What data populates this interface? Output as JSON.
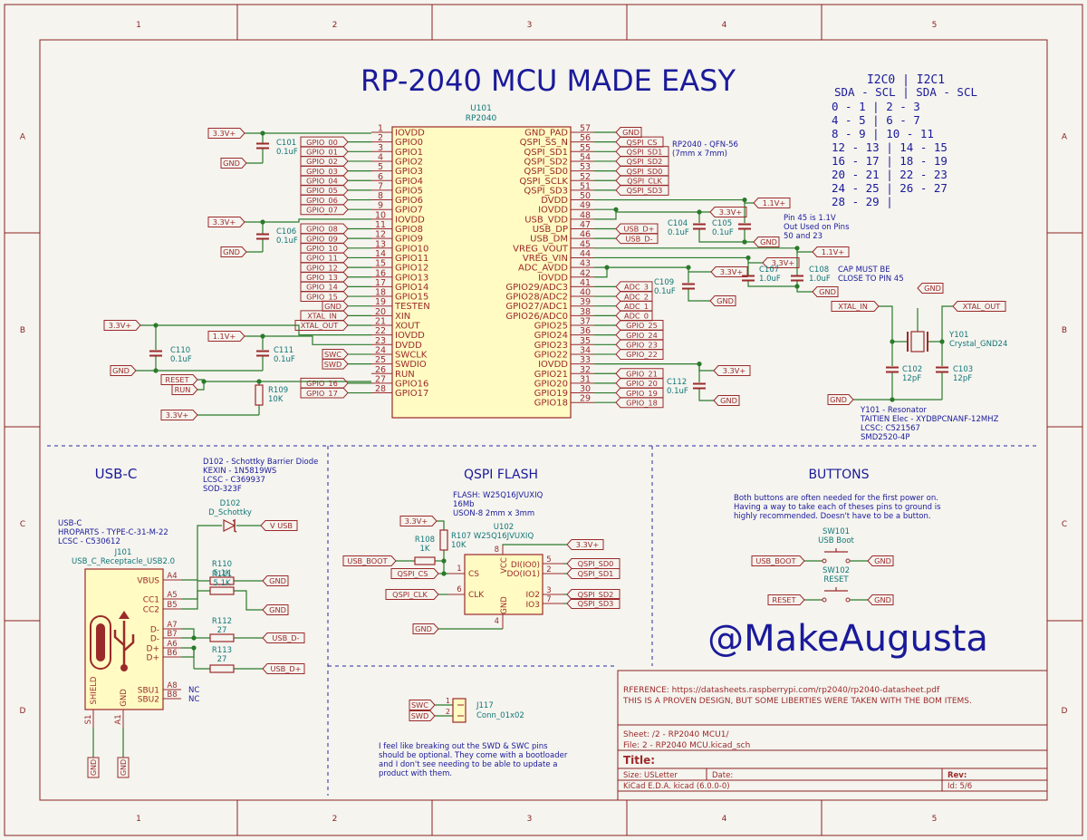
{
  "colors": {
    "paper": "#f5f4ef",
    "border": "#8a2222",
    "wire": "#2a7a2a",
    "pin": "#9b2a2a",
    "body": "#fffbc2",
    "ref": "#117777",
    "text": "#1a1a9a",
    "dashed": "#2a2aa0"
  },
  "frame": {
    "cols": [
      "1",
      "2",
      "3",
      "4",
      "5"
    ],
    "rows": [
      "A",
      "B",
      "C",
      "D"
    ]
  },
  "title": "RP-2040 MCU MADE EASY",
  "handle": "@MakeAugusta",
  "i2c": {
    "header": "I2C0    |  I2C1",
    "sub": "SDA - SCL  | SDA - SCL",
    "rows": [
      " 0  -  1  |  2  -  3",
      " 4  -  5  |  6  -  7",
      " 8  -  9  | 10  - 11",
      "12  - 13  | 14  - 15",
      "16  - 17  | 18  - 19",
      "20  - 21  | 22  - 23",
      "24  - 25  | 26  - 27",
      "28  - 29  |"
    ]
  },
  "mcu": {
    "ref": "U101",
    "value": "RP2040",
    "pkg1": "RP2040 - QFN-56",
    "pkg2": "(7mm x 7mm)",
    "left_pins": [
      [
        "1",
        "IOVDD"
      ],
      [
        "2",
        "GPIO0"
      ],
      [
        "3",
        "GPIO1"
      ],
      [
        "4",
        "GPIO2"
      ],
      [
        "5",
        "GPIO3"
      ],
      [
        "6",
        "GPIO4"
      ],
      [
        "7",
        "GPIO5"
      ],
      [
        "8",
        "GPIO6"
      ],
      [
        "9",
        "GPIO7"
      ],
      [
        "10",
        "IOVDD"
      ],
      [
        "11",
        "GPIO8"
      ],
      [
        "12",
        "GPIO9"
      ],
      [
        "13",
        "GPIO10"
      ],
      [
        "14",
        "GPIO11"
      ],
      [
        "15",
        "GPIO12"
      ],
      [
        "16",
        "GPIO13"
      ],
      [
        "17",
        "GPIO14"
      ],
      [
        "18",
        "GPIO15"
      ],
      [
        "19",
        "TESTEN"
      ],
      [
        "20",
        "XIN"
      ],
      [
        "21",
        "XOUT"
      ],
      [
        "22",
        "IOVDD"
      ],
      [
        "23",
        "DVDD"
      ],
      [
        "24",
        "SWCLK"
      ],
      [
        "25",
        "SWDIO"
      ],
      [
        "26",
        "RUN"
      ],
      [
        "27",
        "GPIO16"
      ],
      [
        "28",
        "GPIO17"
      ]
    ],
    "right_pins": [
      [
        "57",
        "GND_PAD"
      ],
      [
        "56",
        "QSPI_SS_N"
      ],
      [
        "55",
        "QSPI_SD1"
      ],
      [
        "54",
        "QSPI_SD2"
      ],
      [
        "53",
        "QSPI_SD0"
      ],
      [
        "52",
        "QSPI_SCLK"
      ],
      [
        "51",
        "QSPI_SD3"
      ],
      [
        "50",
        "DVDD"
      ],
      [
        "49",
        "IOVDD"
      ],
      [
        "48",
        "USB_VDD"
      ],
      [
        "47",
        "USB_DP"
      ],
      [
        "46",
        "USB_DM"
      ],
      [
        "45",
        "VREG_VOUT"
      ],
      [
        "44",
        "VREG_VIN"
      ],
      [
        "43",
        "ADC_AVDD"
      ],
      [
        "42",
        "IOVDD"
      ],
      [
        "41",
        "GPIO29/ADC3"
      ],
      [
        "40",
        "GPIO28/ADC2"
      ],
      [
        "39",
        "GPIO27/ADC1"
      ],
      [
        "38",
        "GPIO26/ADC0"
      ],
      [
        "37",
        "GPIO25"
      ],
      [
        "36",
        "GPIO24"
      ],
      [
        "35",
        "GPIO23"
      ],
      [
        "34",
        "GPIO22"
      ],
      [
        "33",
        "IOVDD"
      ],
      [
        "32",
        "GPIO21"
      ],
      [
        "31",
        "GPIO20"
      ],
      [
        "30",
        "GPIO19"
      ],
      [
        "29",
        "GPIO18"
      ]
    ],
    "left_labels": [
      "",
      "GPIO_00",
      "GPIO_01",
      "GPIO_02",
      "GPIO_03",
      "GPIO_04",
      "GPIO_05",
      "GPIO_06",
      "GPIO_07",
      "",
      "GPIO_08",
      "GPIO_09",
      "GPIO_10",
      "GPIO_11",
      "GPIO_12",
      "GPIO_13",
      "GPIO_14",
      "GPIO_15",
      "GND",
      "XTAL_IN",
      "XTAL_OUT",
      "",
      "",
      "SWC",
      "SWD",
      "",
      "GPIO_16",
      "GPIO_17"
    ],
    "right_labels": [
      "GND",
      "QSPI_CS",
      "QSPI_SD1",
      "QSPI_SD2",
      "QSPI_SD0",
      "QSPI_CLK",
      "QSPI_SD3",
      "",
      "",
      "",
      "USB_D+",
      "USB_D-",
      "",
      "",
      "",
      "",
      "ADC_3",
      "ADC_2",
      "ADC_1",
      "ADC_0",
      "GPIO_25",
      "GPIO_24",
      "GPIO_23",
      "GPIO_22",
      "",
      "GPIO_21",
      "GPIO_20",
      "GPIO_19",
      "GPIO_18"
    ]
  },
  "labels": {
    "v33": "3.3V+",
    "v11": "1.1V+",
    "gnd": "GND",
    "reset": "RESET",
    "run": "RUN",
    "vusb": "V USB",
    "usb_dm": "USB_D-",
    "usb_dp": "USB_D+",
    "usb_boot": "USB_BOOT",
    "qspi_cs": "QSPI_CS",
    "qspi_clk": "QSPI_CLK",
    "qspi_sd0": "QSPI_SD0",
    "qspi_sd1": "QSPI_SD1",
    "qspi_sd2": "QSPI_SD2",
    "qspi_sd3": "QSPI_SD3",
    "swc": "SWC",
    "swd": "SWD",
    "xtal_in": "XTAL_IN",
    "xtal_out": "XTAL_OUT"
  },
  "caps": {
    "c101": [
      "C101",
      "0.1uF"
    ],
    "c106": [
      "C106",
      "0.1uF"
    ],
    "c110": [
      "C110",
      "0.1uF"
    ],
    "c111": [
      "C111",
      "0.1uF"
    ],
    "c104": [
      "C104",
      "0.1uF"
    ],
    "c105": [
      "C105",
      "0.1uF"
    ],
    "c107": [
      "C107",
      "1.0uF"
    ],
    "c108": [
      "C108",
      "1.0uF"
    ],
    "c109": [
      "C109",
      "0.1uF"
    ],
    "c112": [
      "C112",
      "0.1uF"
    ],
    "c102": [
      "C102",
      "12pF"
    ],
    "c103": [
      "C103",
      "12pF"
    ]
  },
  "r109": [
    "R109",
    "10K"
  ],
  "notes": {
    "pin45a": "Pin 45 is 1.1V",
    "pin45b": "Out Used on Pins",
    "pin45c": "50 and 23",
    "capa": "CAP MUST BE",
    "capb": "CLOSE TO PIN 45"
  },
  "xtal": {
    "ref": "Y101",
    "value": "Crystal_GND24",
    "d1": "Y101 - Resonator",
    "d2": "TAITIEN Elec - XYDBPCNANF-12MHZ",
    "d3": "LCSC: C521567",
    "d4": "SMD2520-4P"
  },
  "usbc": {
    "title": "USB-C",
    "n1": "USB-C",
    "n2": "HROPARTS - TYPE-C-31-M-22",
    "n3": "LCSC - C530612",
    "ref": "J101",
    "value": "USB_C_Receptacle_USB2.0",
    "d102a": "D102 - Schottky Barrier Diode",
    "d102b": "KEXIN - 1N5819WS",
    "d102c": "LCSC - C369937",
    "d102d": "SOD-323F",
    "d102ref": "D102",
    "d102val": "D_Schottky",
    "pins_l": [
      "VBUS",
      "CC1",
      "CC2",
      "D-",
      "D-",
      "D+",
      "D+",
      "SBU1",
      "SBU2"
    ],
    "pins_n": [
      "A4",
      "A5",
      "B5",
      "A7",
      "B7",
      "A6",
      "B6",
      "A8",
      "B8"
    ],
    "shield": "SHIELD",
    "gndpin": "GND",
    "s1": "S1",
    "a1": "A1",
    "nc": "NC",
    "r110": [
      "R110",
      "5.1K"
    ],
    "r111": [
      "R111",
      "5.1K"
    ],
    "r112": [
      "R112",
      "27"
    ],
    "r113": [
      "R113",
      "27"
    ]
  },
  "qspi": {
    "title": "QSPI FLASH",
    "n1": "FLASH: W25Q16JVUXIQ",
    "n2": "16Mb",
    "n3": "USON-8 2mm x 3mm",
    "ref": "U102",
    "value": "W25Q16JVUXIQ",
    "r107": [
      "R107",
      "10K"
    ],
    "r108": [
      "R108",
      "1K"
    ],
    "pin_cs": "CS",
    "pin_clk": "CLK",
    "pin_vcc": "VCC",
    "pin_gnd": "GND",
    "pin_di": "DI(IO0)",
    "pin_do": "DO(IO1)",
    "pin_io2": "IO2",
    "pin_io3": "IO3",
    "nums": [
      "1",
      "6",
      "8",
      "4",
      "5",
      "2",
      "3",
      "7"
    ]
  },
  "buttons": {
    "title": "BUTTONS",
    "n1": "Both buttons are often needed for the first power on.",
    "n2": "Having a way to take each of theses pins to ground is",
    "n3": "highly recommended. Doesn't have to be a button.",
    "sw1": [
      "SW101",
      "USB Boot"
    ],
    "sw2": [
      "SW102",
      "RESET"
    ]
  },
  "swd_conn": {
    "ref": "J117",
    "value": "Conn_01x02",
    "n1": "I feel like breaking out the SWD & SWC pins",
    "n2": "should be optional. They come with a bootloader",
    "n3": "and I don't see needing to be able to update a",
    "n4": "product with them.",
    "p1": "1",
    "p2": "2"
  },
  "titleblock": {
    "ref1": "RFERENCE: https://datasheets.raspberrypi.com/rp2040/rp2040-datasheet.pdf",
    "ref2": "THIS IS A PROVEN DESIGN, BUT SOME LIBERTIES WERE TAKEN WITH THE BOM ITEMS.",
    "sheet": "Sheet: /2 - RP2040 MCU1/",
    "file": "File: 2 - RP2040 MCU.kicad_sch",
    "title": "Title:",
    "size": "Size: USLetter",
    "date": "Date:",
    "rev": "Rev:",
    "tool": "KiCad E.D.A.  kicad (6.0.0-0)",
    "id": "Id: 5/6"
  }
}
